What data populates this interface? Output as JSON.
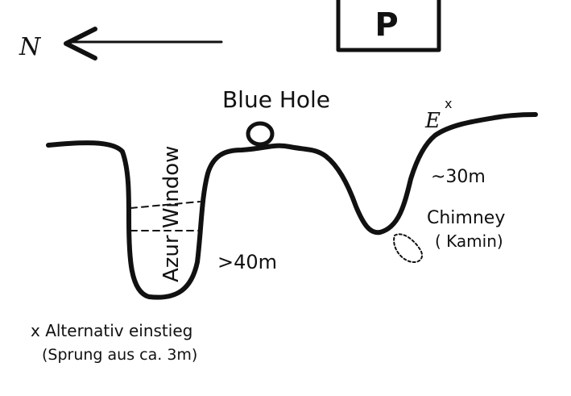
{
  "compass": {
    "north_label": "N"
  },
  "parking": {
    "label": "P"
  },
  "labels": {
    "blue_hole": "Blue Hole",
    "azur_window": "Azur Window",
    "east_entry": "E",
    "east_entry_mark": "x",
    "depth_east": "~30m",
    "depth_west": ">40m",
    "chimney": "Chimney",
    "chimney_sub": "( Kamin)",
    "alt_entry_line1": "x Alternativ einstieg",
    "alt_entry_line2": "(Sprung aus ca. 3m)"
  },
  "colors": {
    "ink": "#111111",
    "paper": "#ffffff"
  }
}
